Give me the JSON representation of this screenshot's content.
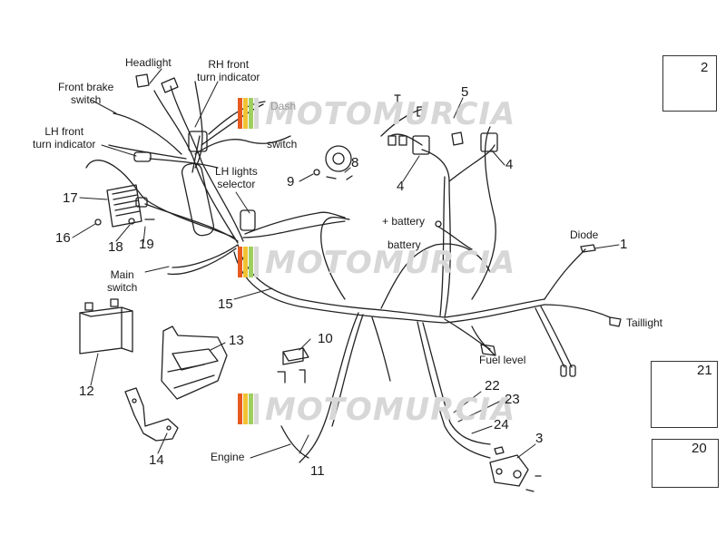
{
  "watermark": {
    "text": "MOTOMURCIA",
    "stripe_colors": [
      "#e85a1f",
      "#f1c232",
      "#9fcf5f",
      "#d9d9d9"
    ]
  },
  "labels": {
    "headlight": "Headlight",
    "rh_front_1": "RH front",
    "rh_front_2": "turn indicator",
    "front_brake_1": "Front brake",
    "front_brake_2": "switch",
    "dash": "Dash",
    "switch": "switch",
    "lh_front_1": "LH front",
    "lh_front_2": "turn indicator",
    "lh_lights_1": "LH lights",
    "lh_lights_2": "selector",
    "battery_plus": "+ battery",
    "battery_minus": "battery",
    "main_switch_1": "Main",
    "main_switch_2": "switch",
    "diode": "Diode",
    "taillight": "Taillight",
    "fuel_level": "Fuel level",
    "engine": "Engine"
  },
  "parts": {
    "p1": "1",
    "p2": "2",
    "p3": "3",
    "p4a": "4",
    "p4b": "4",
    "p5": "5",
    "p8": "8",
    "p9": "9",
    "p10": "10",
    "p11": "11",
    "p12": "12",
    "p13": "13",
    "p14": "14",
    "p15": "15",
    "p16": "16",
    "p17": "17",
    "p18": "18",
    "p19": "19",
    "p20": "20",
    "p21": "21",
    "p22": "22",
    "p23": "23",
    "p24": "24"
  }
}
